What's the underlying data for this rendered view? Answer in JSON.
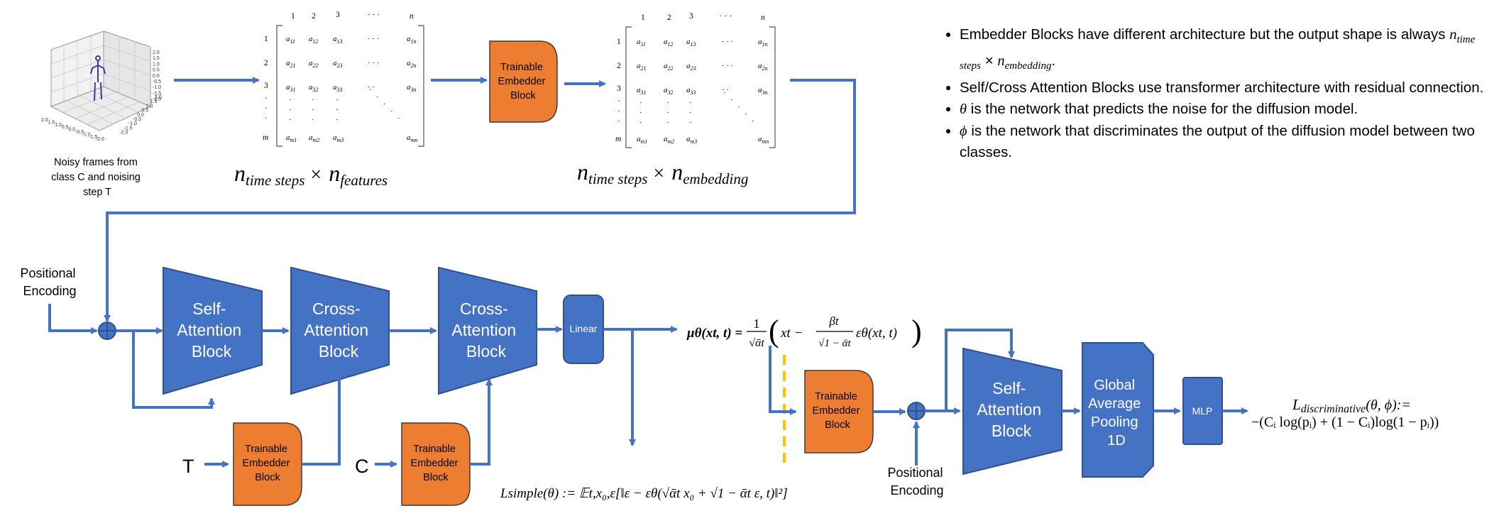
{
  "input": {
    "caption_lines": [
      "Noisy frames from",
      "class C and noising",
      "step T"
    ],
    "axis_ticks": [
      "2.0",
      "1.5",
      "1.0",
      "0.5",
      "0.0",
      "-0.5",
      "-1.0",
      "-1.5",
      "-2.0"
    ]
  },
  "matrix1": {
    "col_headers": [
      "1",
      "2",
      "3",
      "· · ·",
      "n"
    ],
    "row_headers": [
      "1",
      "2",
      "3",
      "·",
      "·",
      "·",
      "m"
    ],
    "cells": [
      [
        "a11",
        "a12",
        "a13",
        "· · ·",
        "a1n"
      ],
      [
        "a21",
        "a22",
        "a23",
        "· · ·",
        "a2n"
      ],
      [
        "a31",
        "a32",
        "a33",
        "· ·",
        "a3n"
      ],
      [
        "a_m1",
        "a_m2",
        "a_m3",
        "",
        "a_mn"
      ]
    ],
    "shape_n": "n",
    "shape_sub_a": "time steps",
    "shape_times": "×",
    "shape_sub_b": "features"
  },
  "embedder_top": [
    "Trainable",
    "Embedder",
    "Block"
  ],
  "matrix2": {
    "col_headers": [
      "1",
      "2",
      "3",
      "· · ·",
      "n"
    ],
    "row_headers": [
      "1",
      "2",
      "3",
      "·",
      "·",
      "·",
      "m"
    ],
    "shape_n": "n",
    "shape_sub_a": "time steps",
    "shape_times": "×",
    "shape_sub_b": "embedding"
  },
  "notes": {
    "b1_a": "Embedder Blocks have different architecture but the output shape is always ",
    "b1_n": "n",
    "b1_s1": "time steps",
    "b1_x": " × ",
    "b1_s2": "embedding",
    "b1_end": ".",
    "b2": "Self/Cross Attention Blocks use transformer architecture with residual connection.",
    "b3_sym": "θ",
    "b3": " is the network that predicts the noise for the diffusion model.",
    "b4_sym": "ϕ",
    "b4": " is the network that discriminates the output of the diffusion model between two classes."
  },
  "positional_encoding_left": [
    "Positional",
    "Encoding"
  ],
  "positional_encoding_right": [
    "Positional",
    "Encoding"
  ],
  "blocks": {
    "self_attention_1": [
      "Self-",
      "Attention",
      "Block"
    ],
    "cross_attention_1": [
      "Cross-",
      "Attention",
      "Block"
    ],
    "cross_attention_2": [
      "Cross-",
      "Attention",
      "Block"
    ],
    "linear": "Linear",
    "embedder_T": [
      "Trainable",
      "Embedder",
      "Block"
    ],
    "embedder_C": [
      "Trainable",
      "Embedder",
      "Block"
    ],
    "embedder_mu": [
      "Trainable",
      "Embedder",
      "Block"
    ],
    "self_attention_2": [
      "Self-",
      "Attention",
      "Block"
    ],
    "gap": [
      "Global",
      "Average",
      "Pooling",
      "1D"
    ],
    "mlp": "MLP"
  },
  "inputs": {
    "T": "T",
    "C": "C"
  },
  "equations": {
    "mu_lhs": "μθ(xt, t) =",
    "mu_frac_num": "1",
    "mu_frac_den": "√ᾱt",
    "mu_body": "xt − ",
    "mu_beta": "βt",
    "mu_den2": "√1 − ᾱt",
    "mu_eps": "εθ(xt, t)",
    "l_simple": "Lsimple(θ) := 𝔼t,x₀,ε[‖ε − εθ(√ᾱt x₀ + √1 − ᾱt ε, t)‖²]",
    "l_disc_line1": "L",
    "l_disc_sub": "discriminative",
    "l_disc_args": "(θ, ϕ):=",
    "l_disc_line2": "−(Cᵢ log(pᵢ) + (1 − Cᵢ)log(1 − pᵢ))"
  },
  "colors": {
    "blue": "#4472c4",
    "blue_dark": "#2f528f",
    "orange": "#ed7d31",
    "orange_border": "#3d3d3d",
    "dashed": "#ffc000"
  }
}
